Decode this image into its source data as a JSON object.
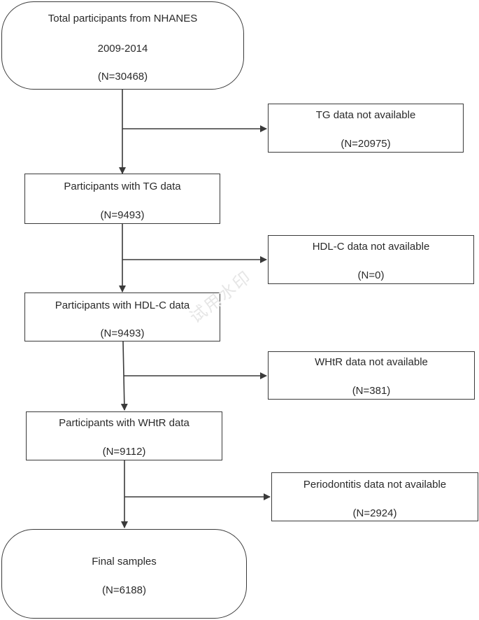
{
  "nodes": {
    "total": {
      "line1": "Total participants from NHANES",
      "line2": "2009-2014",
      "line3": "(N=30468)"
    },
    "tg_missing": {
      "line1": "TG data not available",
      "line2": "(N=20975)"
    },
    "tg": {
      "line1": "Participants with TG data",
      "line2": "(N=9493)"
    },
    "hdl_missing": {
      "line1": "HDL-C data not available",
      "line2": "(N=0)"
    },
    "hdl": {
      "line1": "Participants with HDL-C data",
      "line2": "(N=9493)"
    },
    "whtr_missing": {
      "line1": "WHtR data not available",
      "line2": "(N=381)"
    },
    "whtr": {
      "line1": "Participants with WHtR data",
      "line2": "(N=9112)"
    },
    "perio_missing": {
      "line1": "Periodontitis data not available",
      "line2": "(N=2924)"
    },
    "final": {
      "line1": "Final samples",
      "line2": "(N=6188)"
    }
  },
  "watermark": "试用水印",
  "colors": {
    "stroke": "#3a3a3a",
    "text": "#2a2a2a",
    "watermark": "#e6e6e6"
  }
}
